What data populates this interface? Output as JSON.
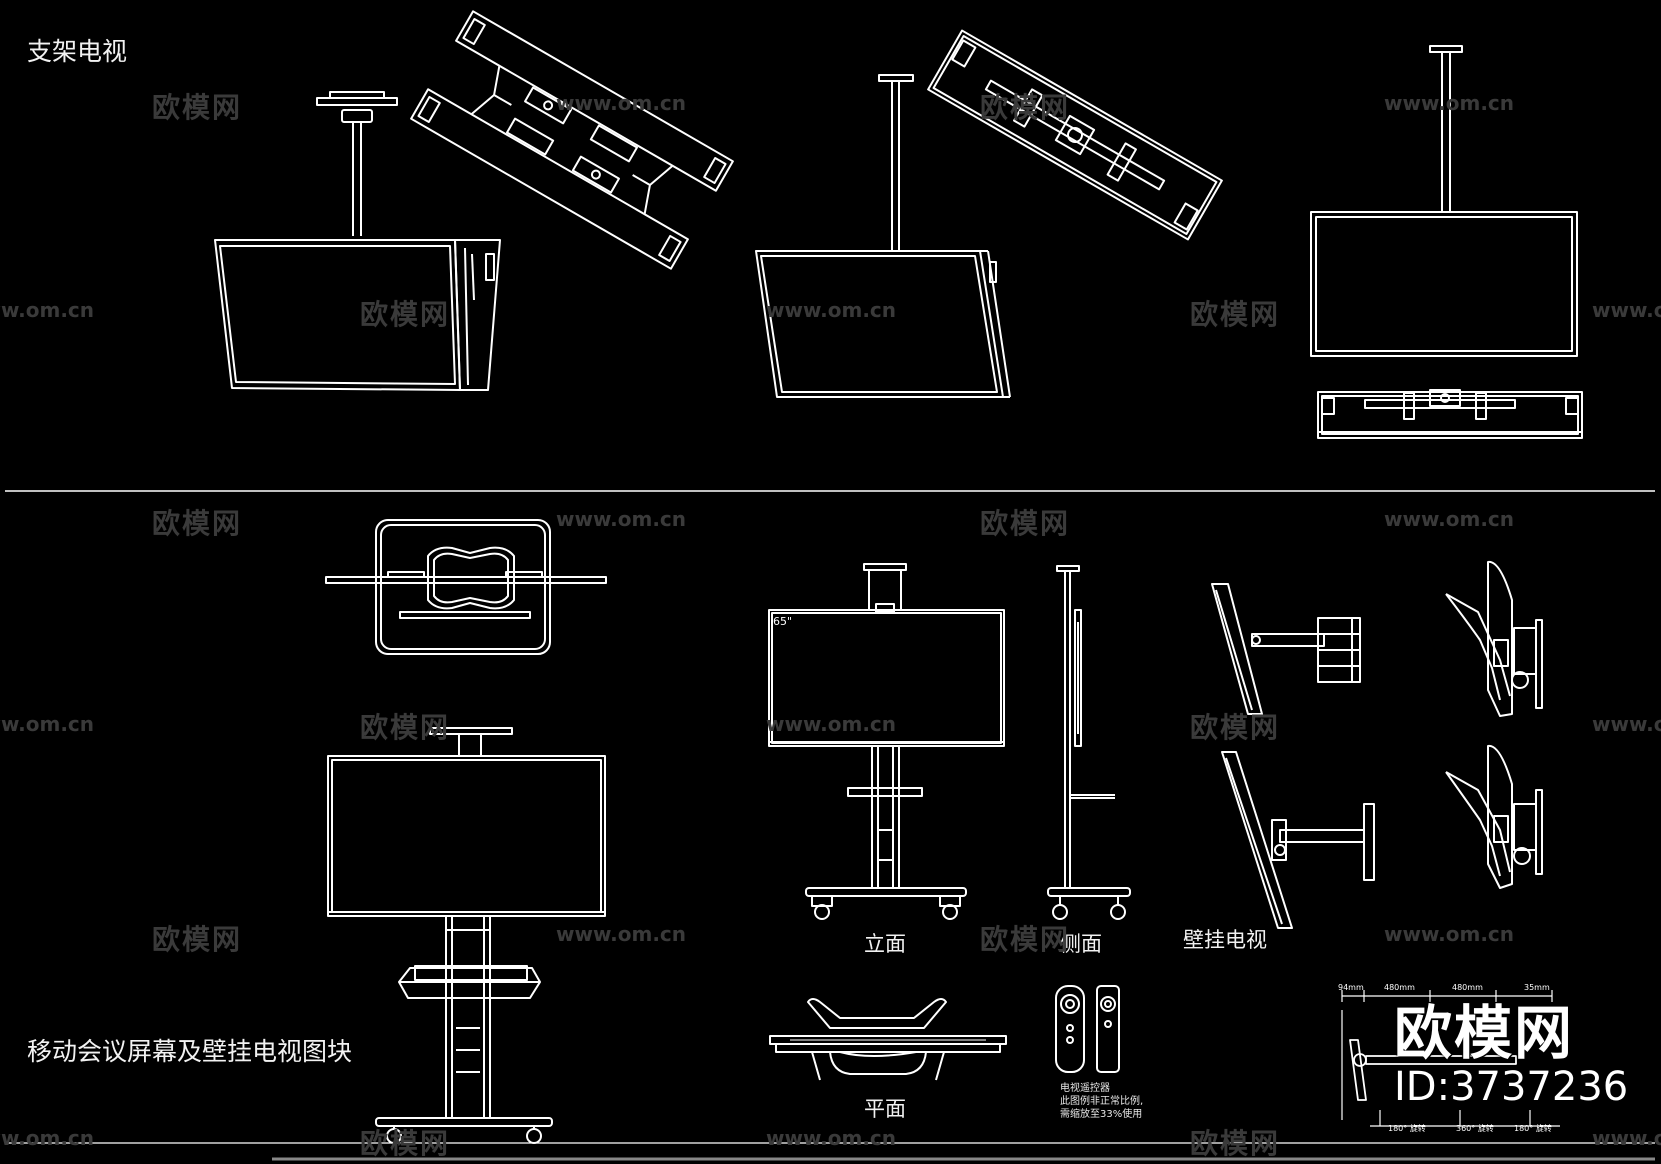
{
  "labels": {
    "top_title": "支架电视",
    "bottom_title": "移动会议屏幕及壁挂电视图块",
    "front_view": "立面",
    "side_view": "侧面",
    "plan_view": "平面",
    "wall_tv": "壁挂电视",
    "tv_size": "65\"",
    "remote_note": [
      "电视遥控器",
      "此图例非正常比例,",
      "需缩放至33%使用"
    ],
    "dims_top": [
      "94mm",
      "480mm",
      "480mm",
      "35mm"
    ],
    "dims_bottom": [
      "180° 旋转",
      "360° 旋转",
      "180° 旋转"
    ]
  },
  "watermark": {
    "cn": "欧模网",
    "url": "www.om.cn"
  },
  "brand": {
    "name": "欧模网",
    "id": "ID:3737236"
  },
  "colors": {
    "background": "#000000",
    "line": "#ffffff",
    "watermark": "#3a3a3a"
  }
}
